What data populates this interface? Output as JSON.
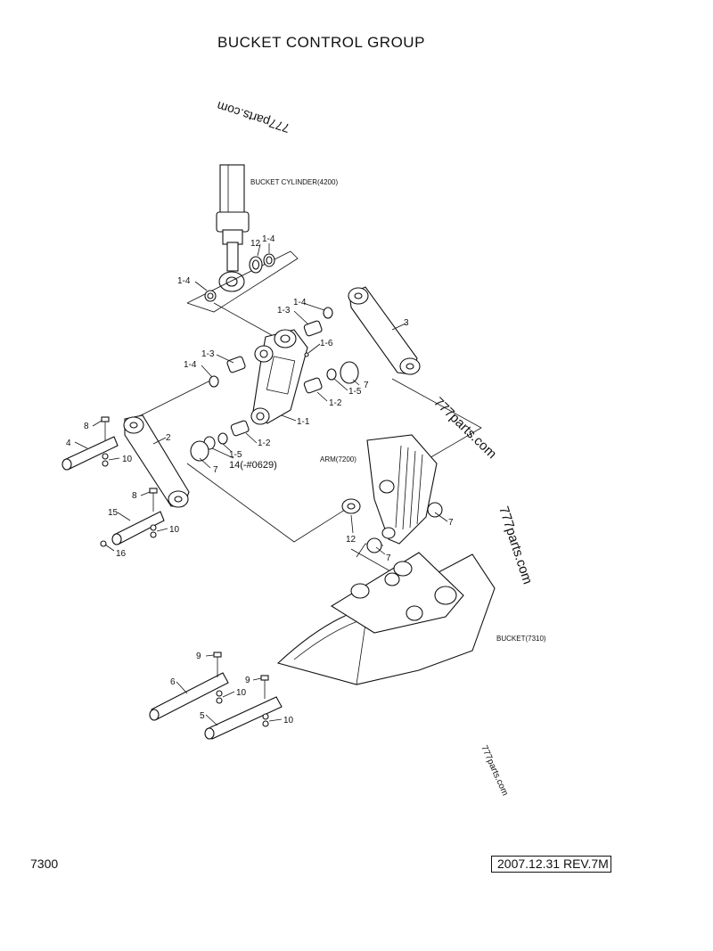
{
  "title": "BUCKET CONTROL GROUP",
  "page_number": "7300",
  "revision": "2007.12.31  REV.7M",
  "watermark": "777parts.com",
  "assemblies": {
    "bucket_cylinder": "BUCKET CYLINDER(4200)",
    "arm": "ARM(7200)",
    "bucket": "BUCKET(7310)"
  },
  "callouts": {
    "c_12a": "12",
    "c_1_4a": "1-4",
    "c_1_4b": "1-4",
    "c_1_4c": "1-4",
    "c_1_4d": "1-4",
    "c_1_3a": "1-3",
    "c_1_3b": "1-3",
    "c_1_6": "1-6",
    "c_3": "3",
    "c_7a": "7",
    "c_1_5a": "1-5",
    "c_1_2a": "1-2",
    "c_1_1": "1-1",
    "c_1_2b": "1-2",
    "c_1_5b": "1-5",
    "c_14": "14(-#0629)",
    "c_7b": "7",
    "c_8a": "8",
    "c_4": "4",
    "c_2": "2",
    "c_10a": "10",
    "c_8b": "8",
    "c_15": "15",
    "c_10b": "10",
    "c_16": "16",
    "c_7c": "7",
    "c_12b": "12",
    "c_7d": "7",
    "c_9a": "9",
    "c_6": "6",
    "c_10c": "10",
    "c_9b": "9",
    "c_5": "5",
    "c_10d": "10"
  }
}
